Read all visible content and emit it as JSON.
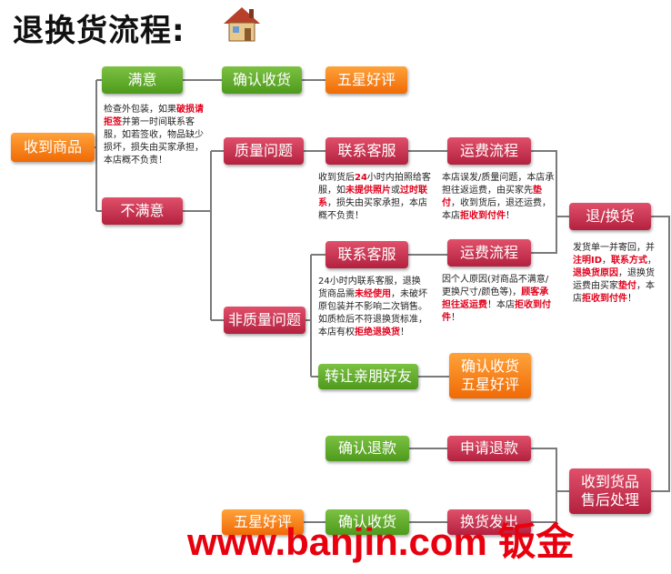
{
  "title": "退换货流程:",
  "nodes": {
    "receive_goods": "收到商品",
    "satisfied": "满意",
    "confirm_receipt_1": "确认收货",
    "five_star_1": "五星好评",
    "unsatisfied": "不满意",
    "quality_issue": "质量问题",
    "contact_cs_1": "联系客服",
    "shipping_flow_1": "运费流程",
    "contact_cs_2": "联系客服",
    "shipping_flow_2": "运费流程",
    "non_quality_issue": "非质量问题",
    "transfer_friend": "转让亲朋好友",
    "confirm_five_line1": "确认收货",
    "confirm_five_line2": "五星好评",
    "return_exchange": "退/换货",
    "confirm_refund": "确认退款",
    "apply_refund": "申请退款",
    "received_line1": "收到货品",
    "received_line2": "售后处理",
    "five_star_2": "五星好评",
    "confirm_receipt_2": "确认收货",
    "exchange_shipped": "换货发出"
  },
  "notes": {
    "inspect": {
      "a": "检查外包装，如果",
      "b": "破损",
      "c": "请拒签",
      "d": "并第一时间联系客服，如若签收，物品缺少损坏，损失由买家承担，本店概不负责！"
    },
    "quality": {
      "a": "收到货后",
      "b": "24",
      "c": "小时内拍照给客服，如",
      "d": "未提供照片",
      "e": "或",
      "f": "过时联系",
      "g": "，损失由买家承担，本店概不负责！"
    },
    "ship1": {
      "a": "本店误发/质量问题，本店承担往返运费，由买家先",
      "b": "垫付",
      "c": "，收到货后，退还运费，本店",
      "d": "拒收到付件",
      "e": "！"
    },
    "nonquality": {
      "a": "24小时内联系客服，退换货商品需",
      "b": "未经使用",
      "c": "，未破坏原包装并不影响二次销售。如质检后不符退换货标准，本店有权",
      "d": "拒绝退换货",
      "e": "！"
    },
    "ship2": {
      "a": "因个人原因(对商品不满意/更换尺寸/颜色等)，",
      "b": "顾客承担往返运费",
      "c": "！本店",
      "d": "拒收到付件",
      "e": "！"
    },
    "return": {
      "a": "发货单一并寄回，并",
      "b": "注明ID",
      "c": "，",
      "d": "联系方式",
      "e": "，",
      "f": "退换货原因",
      "g": "，退换货运费由买家",
      "h": "垫付",
      "i": "，本店",
      "j": "拒收到付件",
      "k": "！"
    }
  },
  "watermark": "www.banjin.com 钣金",
  "colors": {
    "green": "#5aa824",
    "red": "#c8304f",
    "orange": "#f57d12",
    "highlight": "#e0001b"
  }
}
